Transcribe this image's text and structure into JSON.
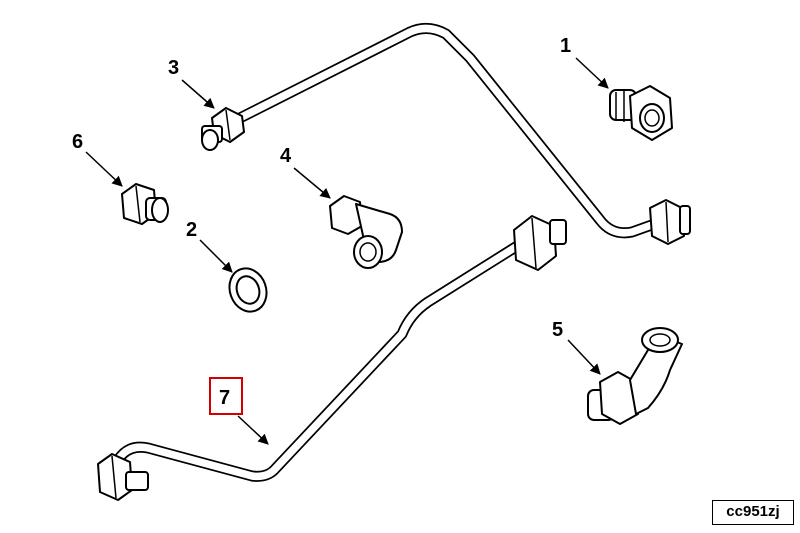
{
  "callouts": {
    "c1": "1",
    "c2": "2",
    "c3": "3",
    "c4": "4",
    "c5": "5",
    "c6": "6",
    "c7": "7"
  },
  "highlighted_callout": "7",
  "highlight_color": "#d40000",
  "figure_id": "cc951zj",
  "icons": {
    "leader": "arrow-leader-icon",
    "fitting": "hex-fitting-icon",
    "washer": "sealing-washer-icon",
    "elbow": "elbow-fitting-icon",
    "tube": "tube-line-icon"
  }
}
